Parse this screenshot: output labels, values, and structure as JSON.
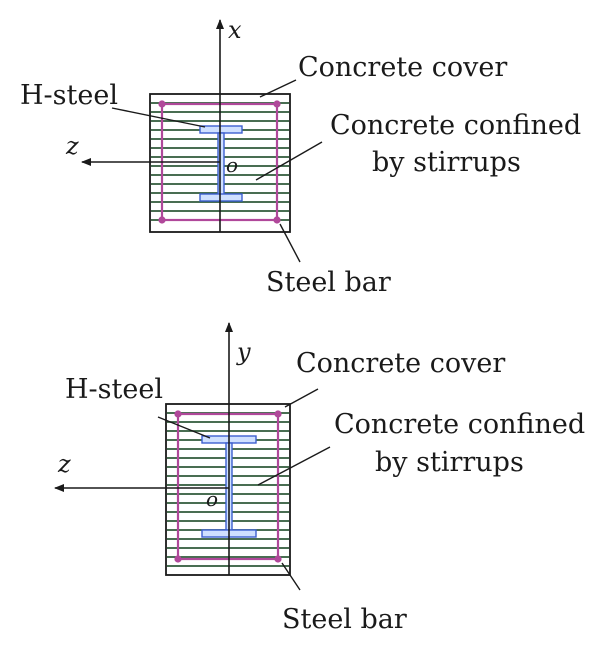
{
  "figures": [
    {
      "axis_up": "x",
      "axis_left": "z",
      "origin": "o",
      "labels": {
        "h_steel": "H-steel",
        "concrete_cover": "Concrete cover",
        "confined_line1": "Concrete confined",
        "confined_line2": "by stirrups",
        "steel_bar": "Steel bar"
      }
    },
    {
      "axis_up": "y",
      "axis_left": "z",
      "origin": "o",
      "labels": {
        "h_steel": "H-steel",
        "concrete_cover": "Concrete cover",
        "confined_line1": "Concrete confined",
        "confined_line2": "by stirrups",
        "steel_bar": "Steel bar"
      }
    }
  ],
  "colors": {
    "stirrup": "#b0489a",
    "fiber": "#2f5a3a",
    "steel": "#3d5fd0",
    "steel_fill": "#cfe0ff"
  }
}
